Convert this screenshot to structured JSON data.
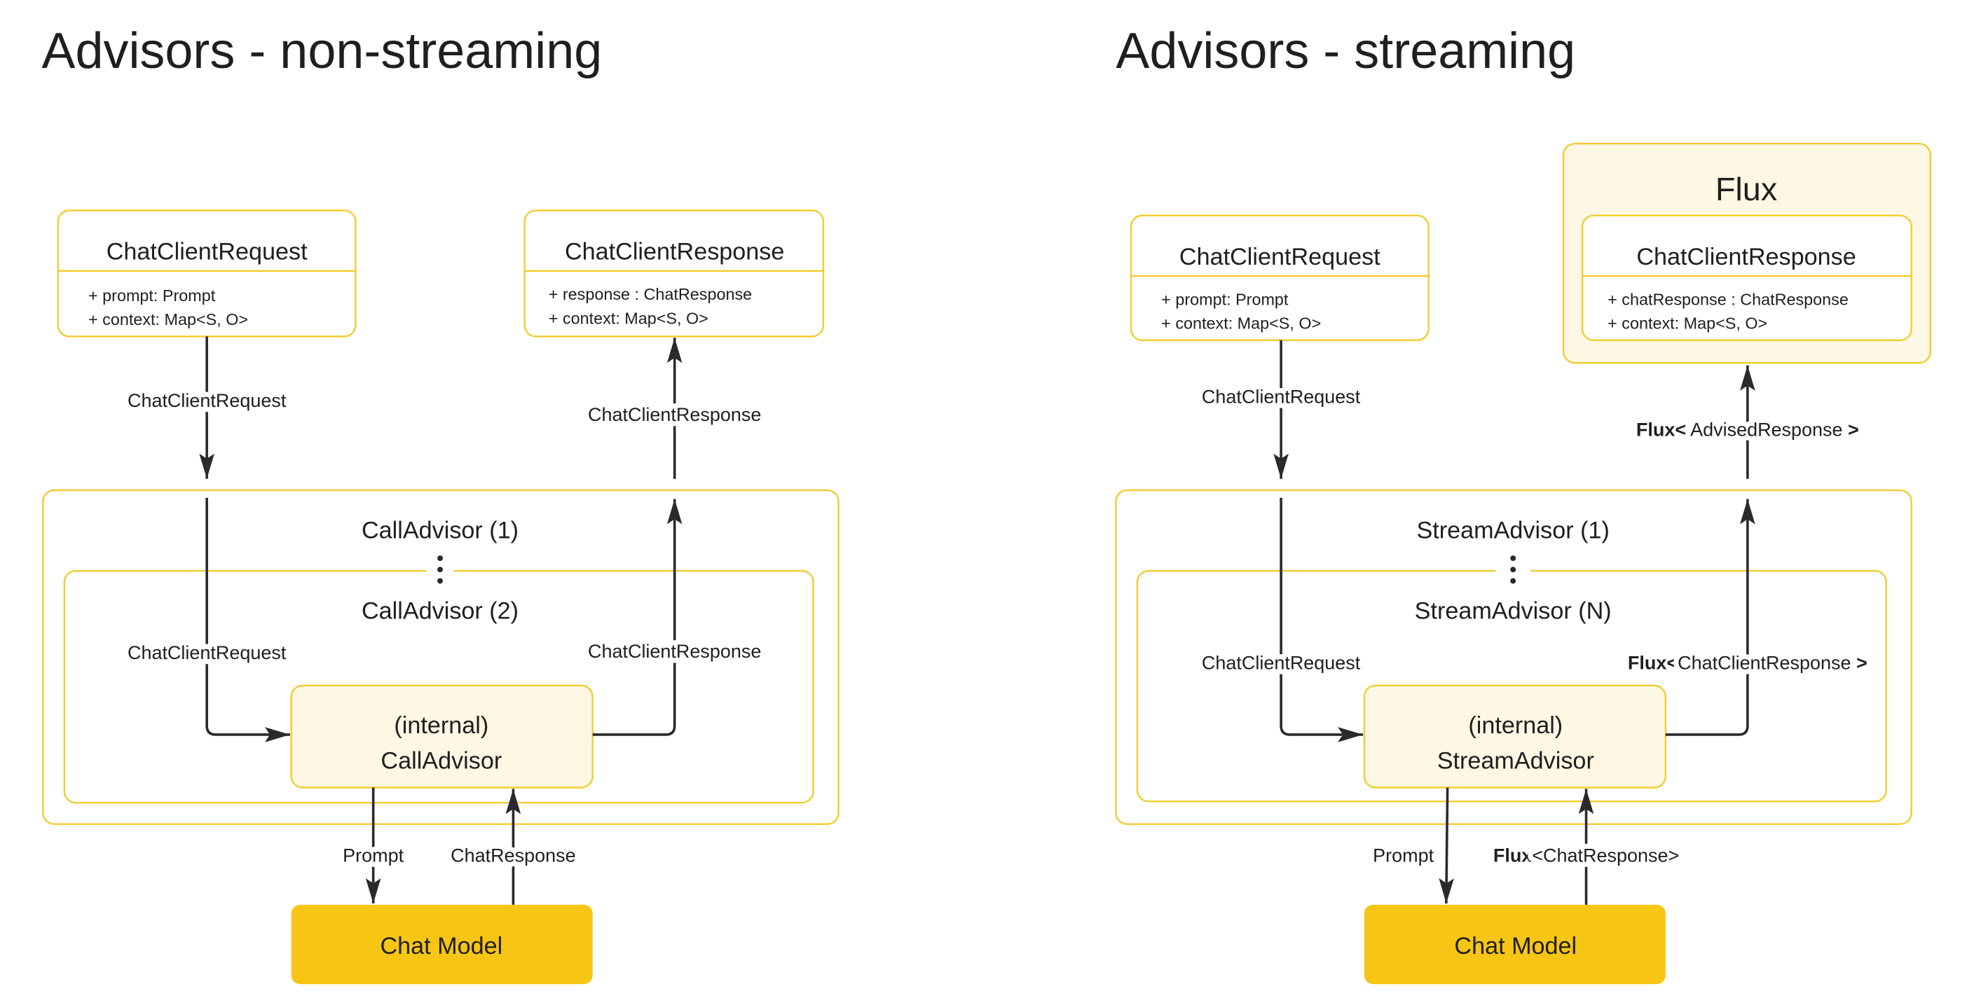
{
  "colors": {
    "border": "#f2cb2c",
    "soft_fill": "#fdf7e3",
    "chat_model_fill": "#f7c514",
    "line": "#2a2a2a"
  },
  "left": {
    "title": "Advisors - non-streaming",
    "request_box": {
      "title": "ChatClientRequest",
      "attrs": [
        "+ prompt: Prompt",
        "+ context: Map<S, O>"
      ]
    },
    "response_box": {
      "title": "ChatClientResponse",
      "attrs": [
        "+ response : ChatResponse",
        "+ context: Map<S, O>"
      ]
    },
    "edge_request_in": "ChatClientRequest",
    "edge_response_out": "ChatClientResponse",
    "outer_advisor": "CallAdvisor (1)",
    "inner_advisor": "CallAdvisor (2)",
    "edge_request_inner": "ChatClientRequest",
    "edge_response_inner": "ChatClientResponse",
    "internal_box": {
      "line1": "(internal)",
      "line2": "CallAdvisor"
    },
    "edge_prompt": "Prompt",
    "edge_chat_response": "ChatResponse",
    "chat_model": "Chat Model"
  },
  "right": {
    "title": "Advisors - streaming",
    "request_box": {
      "title": "ChatClientRequest",
      "attrs": [
        "+ prompt: Prompt",
        "+ context: Map<S, O>"
      ]
    },
    "flux_container": "Flux",
    "response_box": {
      "title": "ChatClientResponse",
      "attrs": [
        "+ chatResponse : ChatResponse",
        "+ context: Map<S, O>"
      ]
    },
    "edge_request_in": "ChatClientRequest",
    "edge_response_out": {
      "bold_prefix": "Flux<",
      "text": " AdvisedResponse ",
      "bold_suffix": ">"
    },
    "outer_advisor": "StreamAdvisor (1)",
    "inner_advisor": "StreamAdvisor (N)",
    "edge_request_inner": "ChatClientRequest",
    "edge_response_inner": {
      "bold_prefix": "Flux<",
      "text": "ChatClientResponse ",
      "bold_suffix": ">"
    },
    "internal_box": {
      "line1": "(internal)",
      "line2": "StreamAdvisor"
    },
    "edge_prompt": "Prompt",
    "edge_chat_response": {
      "bold_prefix": "Flux",
      "text": "<ChatResponse>"
    },
    "chat_model": "Chat Model"
  }
}
